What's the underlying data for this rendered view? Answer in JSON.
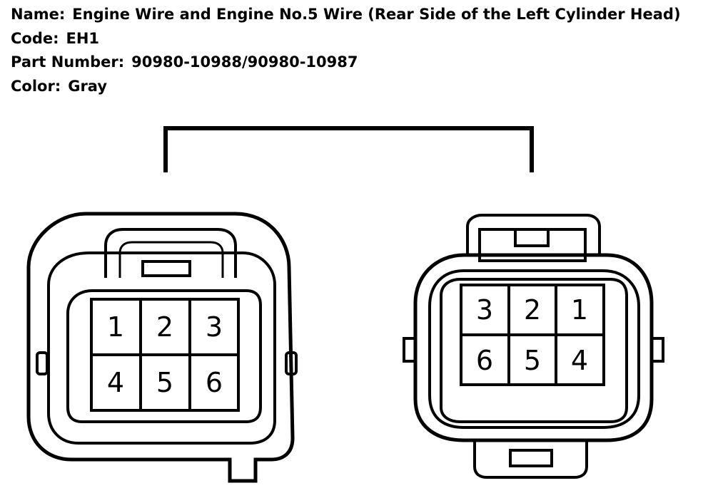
{
  "info": {
    "name_label": "Name:",
    "name_value": "Engine Wire and Engine No.5 Wire (Rear Side of the Left Cylinder Head)",
    "code_label": "Code:",
    "code_value": "EH1",
    "part_label": "Part Number:",
    "part_value": "90980-10988/90980-10987",
    "color_label": "Color:",
    "color_value": "Gray"
  },
  "connectors": {
    "left": {
      "pins_top": [
        "1",
        "2",
        "3"
      ],
      "pins_bottom": [
        "4",
        "5",
        "6"
      ]
    },
    "right": {
      "pins_top": [
        "3",
        "2",
        "1"
      ],
      "pins_bottom": [
        "6",
        "5",
        "4"
      ]
    }
  }
}
